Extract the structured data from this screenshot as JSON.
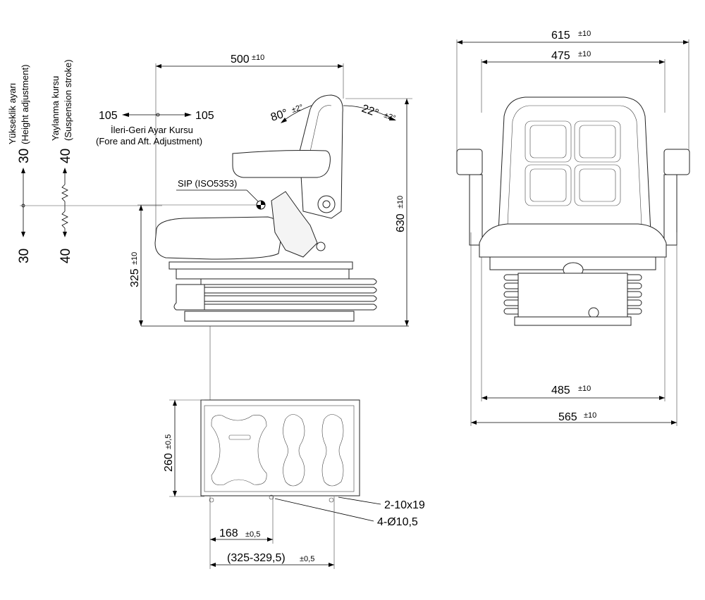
{
  "side_view": {
    "width_dim": {
      "value": "500",
      "tol": "±10"
    },
    "fore_aft": {
      "left": "105",
      "right": "105",
      "label_tr": "İleri-Geri Ayar Kursu",
      "label_en": "(Fore and Aft. Adjustment)"
    },
    "back_angle_fwd": {
      "value": "80°",
      "tol": "±2°"
    },
    "back_angle_rear": {
      "value": "22°",
      "tol": "±2°"
    },
    "sip_label": "SIP (ISO5353)",
    "height_dim": {
      "value": "630",
      "tol": "±10"
    },
    "sip_height_dim": {
      "value": "325",
      "tol": "±10"
    }
  },
  "height_adjust": {
    "title_tr": "Yükseklik ayarı",
    "title_en": "(Height adjustment)",
    "up": "30",
    "down": "30"
  },
  "suspension": {
    "title_tr": "Yaylanma kursu",
    "title_en": "(Suspension stroke)",
    "up": "40",
    "down": "40"
  },
  "front_view": {
    "overall_width": {
      "value": "615",
      "tol": "±10"
    },
    "back_width": {
      "value": "475",
      "tol": "±10"
    },
    "base_width": {
      "value": "485",
      "tol": "±10"
    },
    "bottom_width": {
      "value": "565",
      "tol": "±10"
    }
  },
  "base_plate": {
    "depth": {
      "value": "260",
      "tol": "±0,5"
    },
    "slots": "2-10x19",
    "holes": "4-Ø10,5",
    "hole_spacing": {
      "value": "168",
      "tol": "±0,5"
    },
    "rail_spacing": {
      "value": "(325-329,5)",
      "tol": "±0,5"
    }
  }
}
